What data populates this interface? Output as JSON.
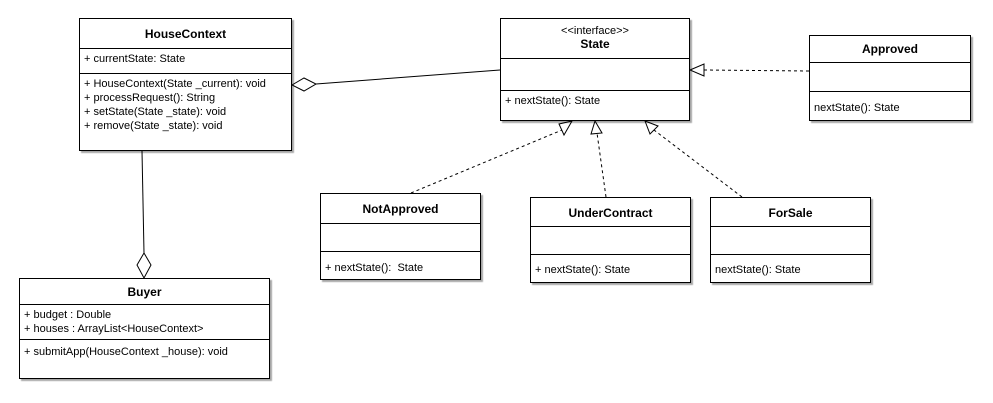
{
  "classes": {
    "house_context": {
      "name": "HouseContext",
      "attributes": [
        "+ currentState: State"
      ],
      "operations": [
        "+ HouseContext(State _current): void",
        "+ processRequest(): String",
        "+ setState(State _state): void",
        "+ remove(State _state): void"
      ]
    },
    "state": {
      "stereotype": "<<interface>>",
      "name": "State",
      "attributes": [],
      "operations": [
        "+ nextState(): State"
      ]
    },
    "approved": {
      "name": "Approved",
      "attributes": [],
      "operations": [
        "nextState(): State"
      ]
    },
    "not_approved": {
      "name": "NotApproved",
      "attributes": [],
      "operations": [
        "+ nextState():  State"
      ]
    },
    "under_contract": {
      "name": "UnderContract",
      "attributes": [],
      "operations": [
        "+ nextState(): State"
      ]
    },
    "for_sale": {
      "name": "ForSale",
      "attributes": [],
      "operations": [
        "nextState(): State"
      ]
    },
    "buyer": {
      "name": "Buyer",
      "attributes": [
        "+ budget : Double",
        "+ houses : ArrayList<HouseContext>"
      ],
      "operations": [
        "+ submitApp(HouseContext _house): void"
      ]
    }
  },
  "relationships": [
    {
      "type": "aggregation",
      "whole": "HouseContext",
      "part": "State"
    },
    {
      "type": "aggregation",
      "whole": "Buyer",
      "part": "HouseContext"
    },
    {
      "type": "realization",
      "from": "Approved",
      "to": "State"
    },
    {
      "type": "realization",
      "from": "NotApproved",
      "to": "State"
    },
    {
      "type": "realization",
      "from": "UnderContract",
      "to": "State"
    },
    {
      "type": "realization",
      "from": "ForSale",
      "to": "State"
    }
  ]
}
